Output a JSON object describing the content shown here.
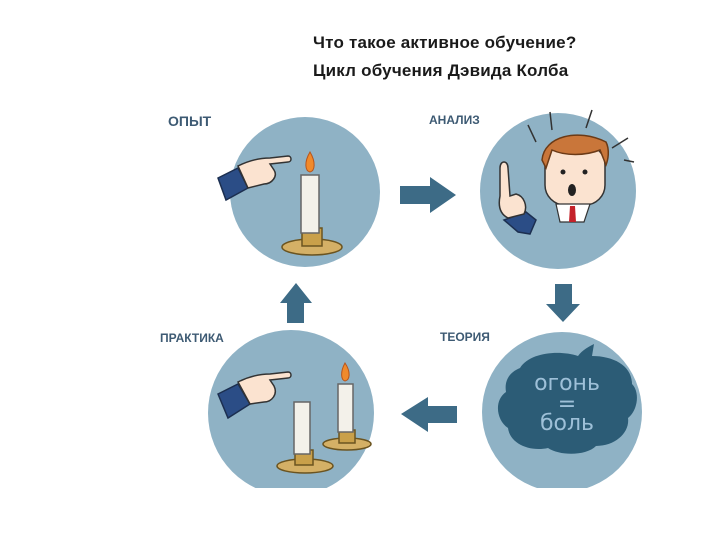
{
  "title": {
    "line1": "Что такое активное обучение?",
    "line2": "Цикл обучения Дэвида Колба"
  },
  "stages": {
    "experience": "ОПЫТ",
    "analysis": "АНАЛИЗ",
    "theory": "ТЕОРИЯ",
    "practice": "ПРАКТИКА"
  },
  "bubble": {
    "line1": "огонь",
    "line2": "=",
    "line3": "боль"
  },
  "colors": {
    "circle": "#8fb2c5",
    "arrow": "#3d6b86",
    "label": "#3d5a73",
    "bubble": "#2c5c76",
    "sleeve": "#2b4d86"
  }
}
